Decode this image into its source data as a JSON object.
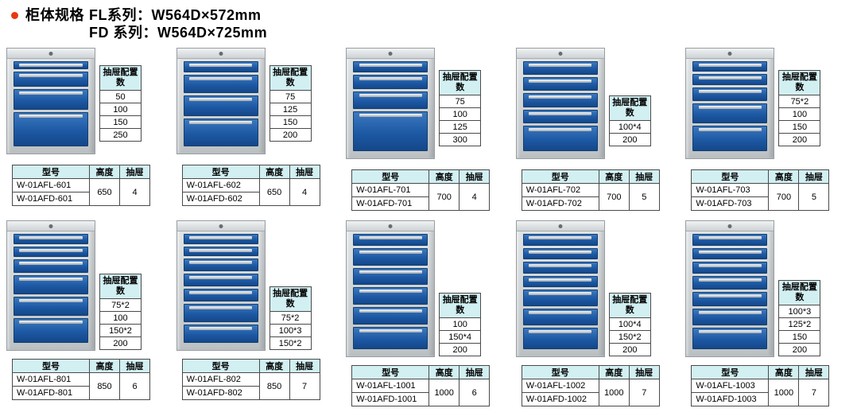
{
  "header": {
    "line1_label": "柜体规格",
    "line1_spec": "FL系列：W564D×572mm",
    "line2_spec": "FD 系列：W564D×725mm"
  },
  "labels": {
    "config_header": "抽屉配置数",
    "col_model": "型号",
    "col_height": "高度",
    "col_drawer": "抽屉"
  },
  "colors": {
    "accent_red": "#e8380d",
    "table_header_bg": "#d2eff2",
    "drawer_blue": "#1d59a4",
    "cabinet_gray": "#ccd0d2"
  },
  "cabinets": [
    {
      "config_values": [
        "50",
        "100",
        "150",
        "250"
      ],
      "drawer_heights": [
        50,
        100,
        150,
        250
      ],
      "models": [
        "W-01AFL-601",
        "W-01AFD-601"
      ],
      "height": "650",
      "drawer_count": "4"
    },
    {
      "config_values": [
        "75",
        "125",
        "150",
        "200"
      ],
      "drawer_heights": [
        75,
        125,
        150,
        200
      ],
      "models": [
        "W-01AFL-602",
        "W-01AFD-602"
      ],
      "height": "650",
      "drawer_count": "4"
    },
    {
      "config_values": [
        "75",
        "100",
        "125",
        "300"
      ],
      "drawer_heights": [
        75,
        100,
        125,
        300
      ],
      "models": [
        "W-01AFL-701",
        "W-01AFD-701"
      ],
      "height": "700",
      "drawer_count": "4"
    },
    {
      "config_values": [
        "100*4",
        "200"
      ],
      "drawer_heights": [
        100,
        100,
        100,
        100,
        200
      ],
      "models": [
        "W-01AFL-702",
        "W-01AFD-702"
      ],
      "height": "700",
      "drawer_count": "5"
    },
    {
      "config_values": [
        "75*2",
        "100",
        "150",
        "200"
      ],
      "drawer_heights": [
        75,
        75,
        100,
        150,
        200
      ],
      "models": [
        "W-01AFL-703",
        "W-01AFD-703"
      ],
      "height": "700",
      "drawer_count": "5"
    },
    {
      "config_values": [
        "75*2",
        "100",
        "150*2",
        "200"
      ],
      "drawer_heights": [
        75,
        75,
        100,
        150,
        150,
        200
      ],
      "models": [
        "W-01AFL-801",
        "W-01AFD-801"
      ],
      "height": "850",
      "drawer_count": "6"
    },
    {
      "config_values": [
        "75*2",
        "100*3",
        "150*2"
      ],
      "drawer_heights": [
        75,
        75,
        100,
        100,
        100,
        150,
        150
      ],
      "models": [
        "W-01AFL-802",
        "W-01AFD-802"
      ],
      "height": "850",
      "drawer_count": "7"
    },
    {
      "config_values": [
        "100",
        "150*4",
        "200"
      ],
      "drawer_heights": [
        100,
        150,
        150,
        150,
        150,
        200
      ],
      "models": [
        "W-01AFL-1001",
        "W-01AFD-1001"
      ],
      "height": "1000",
      "drawer_count": "6"
    },
    {
      "config_values": [
        "100*4",
        "150*2",
        "200"
      ],
      "drawer_heights": [
        100,
        100,
        100,
        100,
        150,
        150,
        200
      ],
      "models": [
        "W-01AFL-1002",
        "W-01AFD-1002"
      ],
      "height": "1000",
      "drawer_count": "7"
    },
    {
      "config_values": [
        "100*3",
        "125*2",
        "150",
        "200"
      ],
      "drawer_heights": [
        100,
        100,
        100,
        125,
        125,
        150,
        200
      ],
      "models": [
        "W-01AFL-1003",
        "W-01AFD-1003"
      ],
      "height": "1000",
      "drawer_count": "7"
    }
  ]
}
